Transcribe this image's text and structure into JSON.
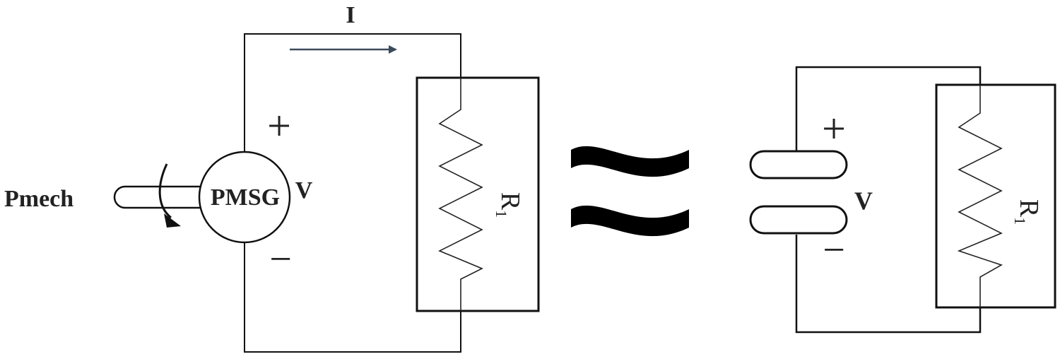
{
  "diagram": {
    "left_circuit": {
      "input_label": "Pmech",
      "generator_label": "PMSG",
      "voltage_label": "V",
      "current_label": "I",
      "plus_sign": "+",
      "minus_sign": "−",
      "resistor_label": "R",
      "resistor_subscript": "1"
    },
    "equivalence_symbol": "≈",
    "right_circuit": {
      "voltage_label": "V",
      "plus_sign": "+",
      "minus_sign": "−",
      "resistor_label": "R",
      "resistor_subscript": "1"
    },
    "colors": {
      "line": "#111111",
      "arrow": "#3a4a5c",
      "text": "#222222"
    }
  }
}
